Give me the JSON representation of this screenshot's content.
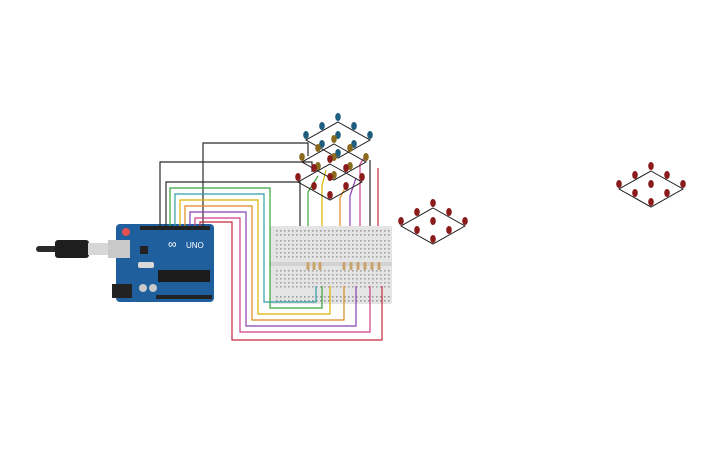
{
  "board": {
    "brand_mark": "∞",
    "model_label": "UNO",
    "color": "#1f5f9e"
  },
  "colors": {
    "background": "#ffffff",
    "breadboard": "#e4e4e4",
    "led_red": "#8b1c1c",
    "led_blue": "#1f5e7e",
    "led_gold": "#8a6a1c",
    "resistor": "#c9a36b"
  },
  "wires": [
    {
      "name": "wire-black-a",
      "color": "#2b2b2b"
    },
    {
      "name": "wire-black-b",
      "color": "#2b2b2b"
    },
    {
      "name": "wire-green",
      "color": "#36a63a"
    },
    {
      "name": "wire-teal",
      "color": "#2f9fa6"
    },
    {
      "name": "wire-yellow",
      "color": "#d9b300"
    },
    {
      "name": "wire-orange",
      "color": "#e08a1a"
    },
    {
      "name": "wire-purple",
      "color": "#8a3fb0"
    },
    {
      "name": "wire-pink",
      "color": "#d23f8a"
    },
    {
      "name": "wire-red",
      "color": "#c8283c"
    }
  ]
}
